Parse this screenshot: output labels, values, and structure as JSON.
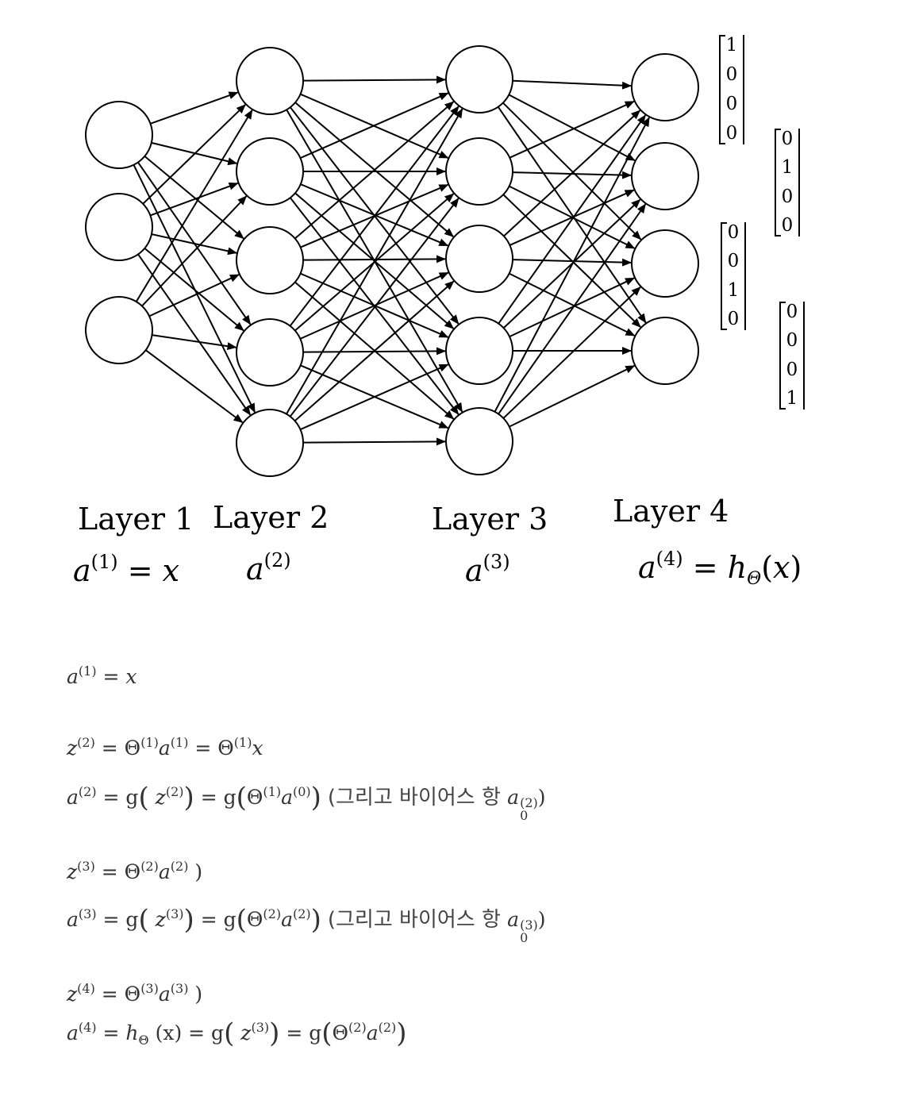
{
  "layers": [
    {
      "label": "Layer 1",
      "activation_text": "(1) = x"
    },
    {
      "label": "Layer 2",
      "activation_text": "(2)"
    },
    {
      "label": "Layer 3",
      "activation_text": "(3)"
    },
    {
      "label": "Layer 4",
      "activation_text": "(4) = hΘ(x)"
    }
  ],
  "network": {
    "layer_sizes": [
      3,
      5,
      5,
      4
    ]
  },
  "output_vectors": [
    {
      "values": [
        "1",
        "0",
        "0",
        "0"
      ]
    },
    {
      "values": [
        "0",
        "1",
        "0",
        "0"
      ]
    },
    {
      "values": [
        "0",
        "0",
        "1",
        "0"
      ]
    },
    {
      "values": [
        "0",
        "0",
        "0",
        "1"
      ]
    }
  ],
  "equations": {
    "eq1": "a(1) = x",
    "eq2": "z(2) = Θ(1)a(1) = Θ(1)x",
    "eq3": "a(2) = g( z(2)) = g(Θ(1)a(0)) (그리고 바이어스 항 a0(2))",
    "eq4": "z(3) = Θ(2)a(2) )",
    "eq5": "a(3) = g( z(3)) = g(Θ(2)a(2)) (그리고 바이어스 항 a0(3))",
    "eq6": "z(4) = Θ(3)a(3) )",
    "eq7": "a(4) = hΘ (x) = g( z(3)) = g(Θ(2)a(2))",
    "bias_note": "(그리고 바이어스 항 "
  }
}
